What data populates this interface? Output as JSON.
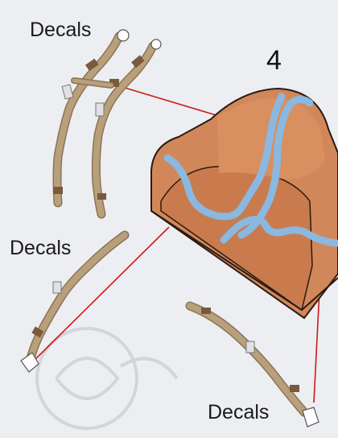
{
  "labels": {
    "decals_top_left": "Decals",
    "decals_mid_left": "Decals",
    "decals_bottom_right": "Decals",
    "step_number": "4"
  },
  "colors": {
    "background": "#eceef2",
    "seat_shell": "#d2875a",
    "seat_shadow": "#b86a40",
    "harness_strap": "#b9a07c",
    "strap_edge": "#8b7355",
    "blue_straps": "#8ab8e0",
    "leader_line": "#cc1a1a",
    "watermark": "#c9cbd0"
  }
}
